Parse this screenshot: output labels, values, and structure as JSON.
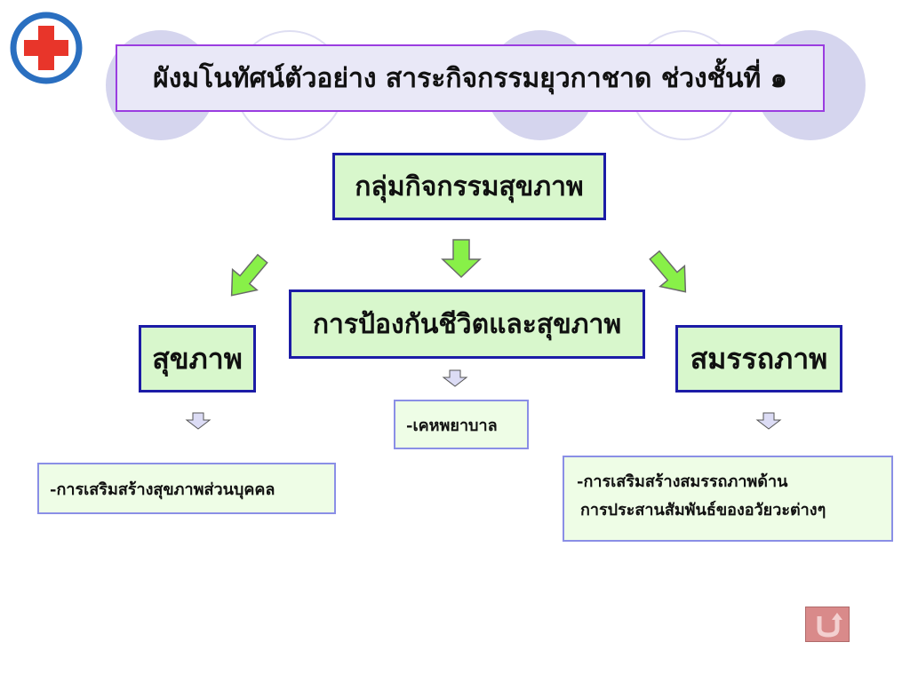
{
  "header": {
    "title": "ผังมโนทัศน์ตัวอย่าง สาระกิจกรรมยุวกาชาด ช่วงชั้นที่ ๑"
  },
  "diagram": {
    "root": "กลุ่มกิจกรรมสุขภาพ",
    "branches": [
      {
        "label": "สุขภาพ",
        "items": [
          "-การเสริมสร้างสุขภาพส่วนบุคคล"
        ]
      },
      {
        "label": "การป้องกันชีวิตและสุขภาพ",
        "items": [
          "-เคหพยาบาล"
        ]
      },
      {
        "label": "สมรรถภาพ",
        "items": [
          "-การเสริมสร้างสมรรถภาพด้าน",
          "การประสานสัมพันธ์ของอวัยวะต่างๆ"
        ]
      }
    ]
  },
  "icons": {
    "logo": "red-cross-icon",
    "return": "return-icon"
  },
  "colors": {
    "node_fill": "#d8f7cc",
    "node_border": "#1c1ca6",
    "title_border": "#9a3de0",
    "arrow_fill": "#88f048",
    "logo_red": "#e8352a",
    "logo_ring": "#2a6fc0",
    "return_button": "#d98a8a"
  }
}
